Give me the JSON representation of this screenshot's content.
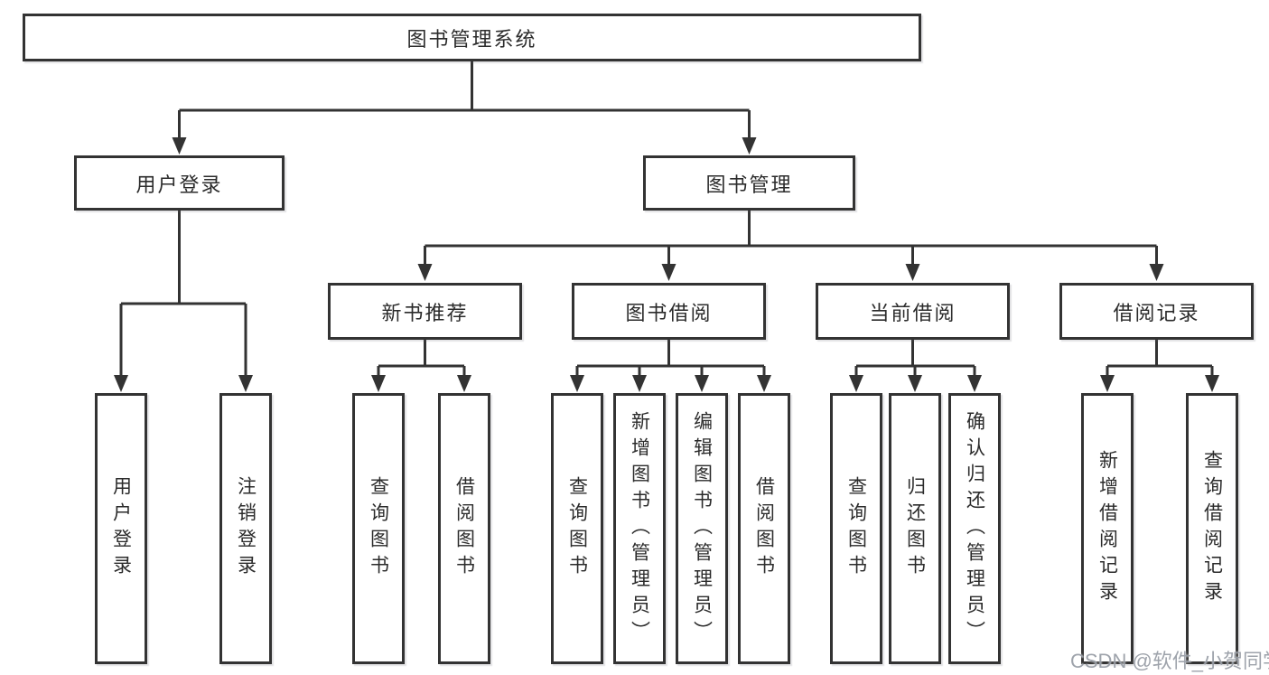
{
  "tree": {
    "label": "图书管理系统",
    "children": [
      {
        "label": "用户登录",
        "children": [
          {
            "label": "用户登录"
          },
          {
            "label": "注销登录"
          }
        ]
      },
      {
        "label": "图书管理",
        "children": [
          {
            "label": "新书推荐",
            "children": [
              {
                "label": "查询图书"
              },
              {
                "label": "借阅图书"
              }
            ]
          },
          {
            "label": "图书借阅",
            "children": [
              {
                "label": "查询图书"
              },
              {
                "label": "新增图书（管理员）"
              },
              {
                "label": "编辑图书（管理员）"
              },
              {
                "label": "借阅图书"
              }
            ]
          },
          {
            "label": "当前借阅",
            "children": [
              {
                "label": "查询图书"
              },
              {
                "label": "归还图书"
              },
              {
                "label": "确认归还（管理员）"
              }
            ]
          },
          {
            "label": "借阅记录",
            "children": [
              {
                "label": "新增借阅记录"
              },
              {
                "label": "查询借阅记录"
              }
            ]
          }
        ]
      }
    ]
  },
  "watermark": "CSDN @软件_小贺同学",
  "colors": {
    "line": "#333333",
    "box_border": "#333333",
    "text": "#2b2b2b",
    "watermark": "#9499a2",
    "background": "#ffffff"
  }
}
